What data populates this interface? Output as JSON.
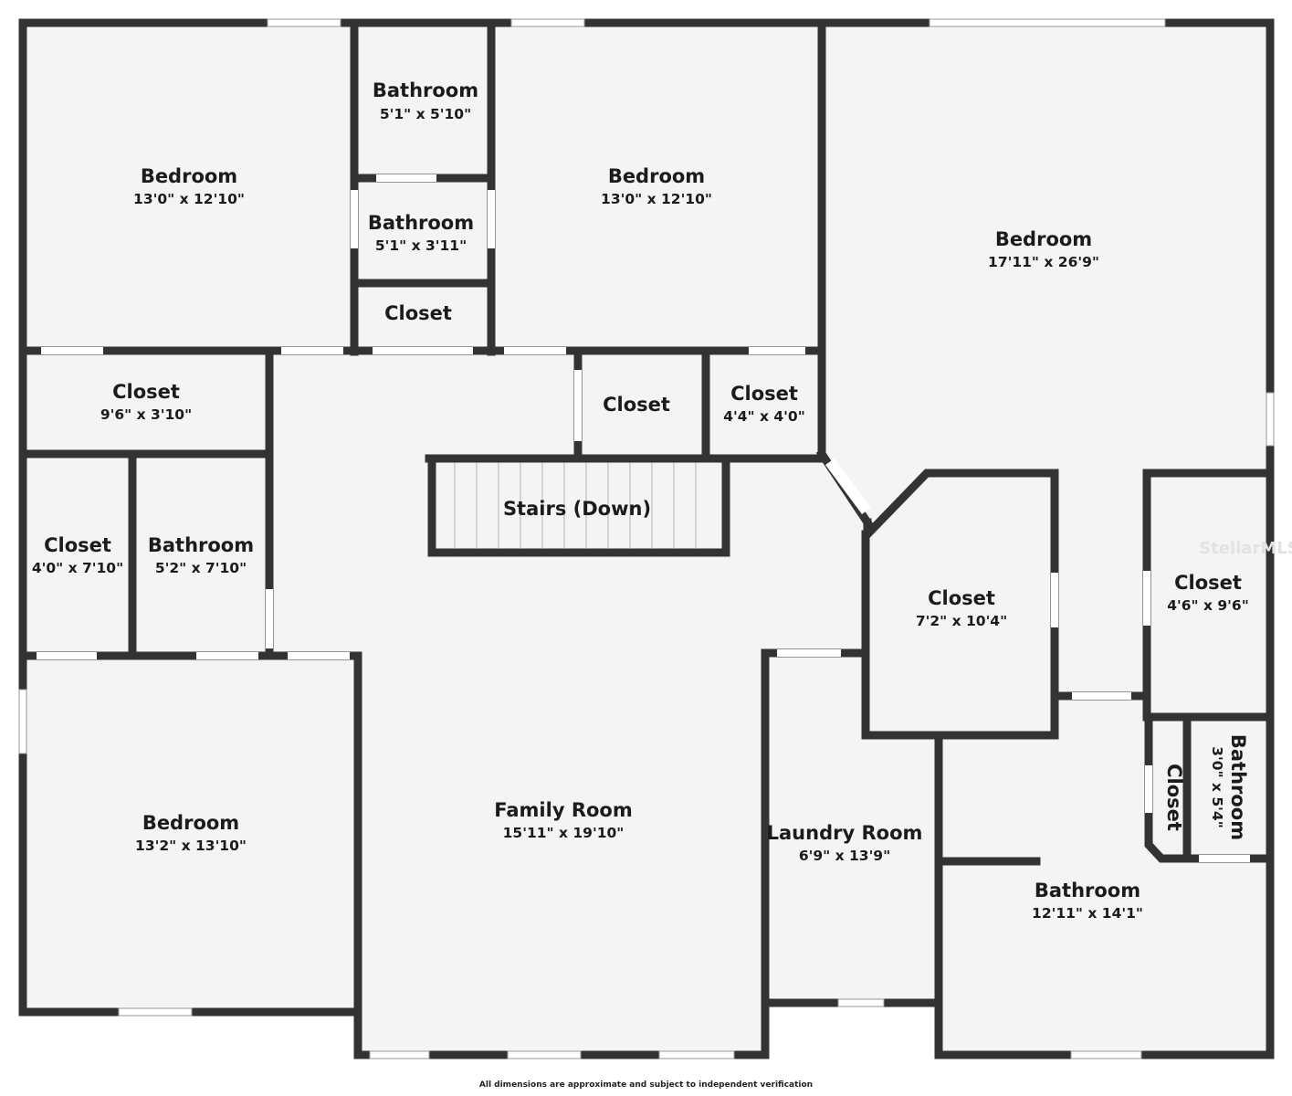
{
  "rooms": [
    {
      "id": "bedroom-nw",
      "name": "Bedroom",
      "dim": "13'0\" x 12'10\""
    },
    {
      "id": "bathroom-top",
      "name": "Bathroom",
      "dim": "5'1\" x 5'10\""
    },
    {
      "id": "bathroom-mid",
      "name": "Bathroom",
      "dim": "5'1\" x 3'11\""
    },
    {
      "id": "closet-small-top",
      "name": "Closet",
      "dim": ""
    },
    {
      "id": "bedroom-n",
      "name": "Bedroom",
      "dim": "13'0\" x 12'10\""
    },
    {
      "id": "bedroom-ne",
      "name": "Bedroom",
      "dim": "17'11\" x 26'9\""
    },
    {
      "id": "closet-wide",
      "name": "Closet",
      "dim": "9'6\" x 3'10\""
    },
    {
      "id": "closet-center",
      "name": "Closet",
      "dim": ""
    },
    {
      "id": "closet-4x4",
      "name": "Closet",
      "dim": "4'4\" x 4'0\""
    },
    {
      "id": "stairs",
      "name": "Stairs (Down)",
      "dim": ""
    },
    {
      "id": "closet-west",
      "name": "Closet",
      "dim": "4'0\" x 7'10\""
    },
    {
      "id": "bathroom-west",
      "name": "Bathroom",
      "dim": "5'2\" x 7'10\""
    },
    {
      "id": "closet-walkin",
      "name": "Closet",
      "dim": "7'2\" x 10'4\""
    },
    {
      "id": "closet-east",
      "name": "Closet",
      "dim": "4'6\" x 9'6\""
    },
    {
      "id": "bedroom-sw",
      "name": "Bedroom",
      "dim": "13'2\" x 13'10\""
    },
    {
      "id": "family-room",
      "name": "Family Room",
      "dim": "15'11\" x 19'10\""
    },
    {
      "id": "laundry-room",
      "name": "Laundry Room",
      "dim": "6'9\" x 13'9\""
    },
    {
      "id": "bathroom-master",
      "name": "Bathroom",
      "dim": "12'11\" x 14'1\""
    },
    {
      "id": "closet-rotated",
      "name": "Closet",
      "dim": ""
    },
    {
      "id": "bathroom-rotated",
      "name": "Bathroom",
      "dim": "3'0\" x 5'4\""
    }
  ],
  "watermark": "StellarMLS",
  "disclaimer": "All dimensions are approximate and subject to independent verification",
  "colors": {
    "wall": "#333333",
    "floor": "#f4f4f4",
    "window": "#ffffff",
    "text": "#1b1b1b"
  }
}
